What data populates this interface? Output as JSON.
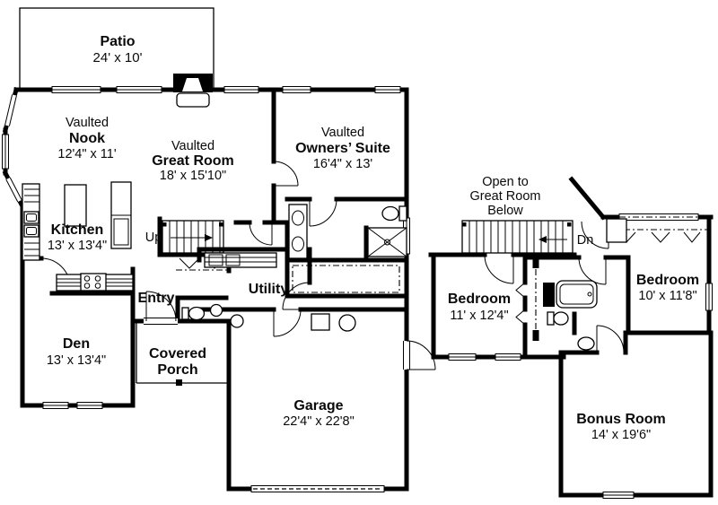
{
  "plan": {
    "colors": {
      "wall": "#000000",
      "background": "#ffffff",
      "text": "#0a0a0a"
    },
    "main_floor": {
      "patio": {
        "name": "Patio",
        "dims": "24' x 10'"
      },
      "nook": {
        "prefix": "Vaulted",
        "name": "Nook",
        "dims": "12'4\" x 11'"
      },
      "great_room": {
        "prefix": "Vaulted",
        "name": "Great Room",
        "dims": "18' x 15'10\""
      },
      "owners_suite": {
        "prefix": "Vaulted",
        "name": "Owners’ Suite",
        "dims": "16'4\" x 13'"
      },
      "kitchen": {
        "name": "Kitchen",
        "dims": "13' x 13'4\""
      },
      "den": {
        "name": "Den",
        "dims": "13' x 13'4\""
      },
      "entry": {
        "name": "Entry"
      },
      "utility": {
        "name": "Utility"
      },
      "covered_porch": {
        "line1": "Covered",
        "line2": "Porch"
      },
      "garage": {
        "name": "Garage",
        "dims": "22'4\" x 22'8\""
      },
      "stairs": {
        "label": "Up"
      }
    },
    "upper_floor": {
      "open_below": {
        "line1": "Open to",
        "line2": "Great Room",
        "line3": "Below"
      },
      "stairs": {
        "label": "Dn"
      },
      "bedroom1": {
        "name": "Bedroom",
        "dims": "11' x 12'4\""
      },
      "bedroom2": {
        "name": "Bedroom",
        "dims": "10' x 11'8\""
      },
      "bonus_room": {
        "name": "Bonus Room",
        "dims": "14' x 19'6\""
      }
    }
  }
}
